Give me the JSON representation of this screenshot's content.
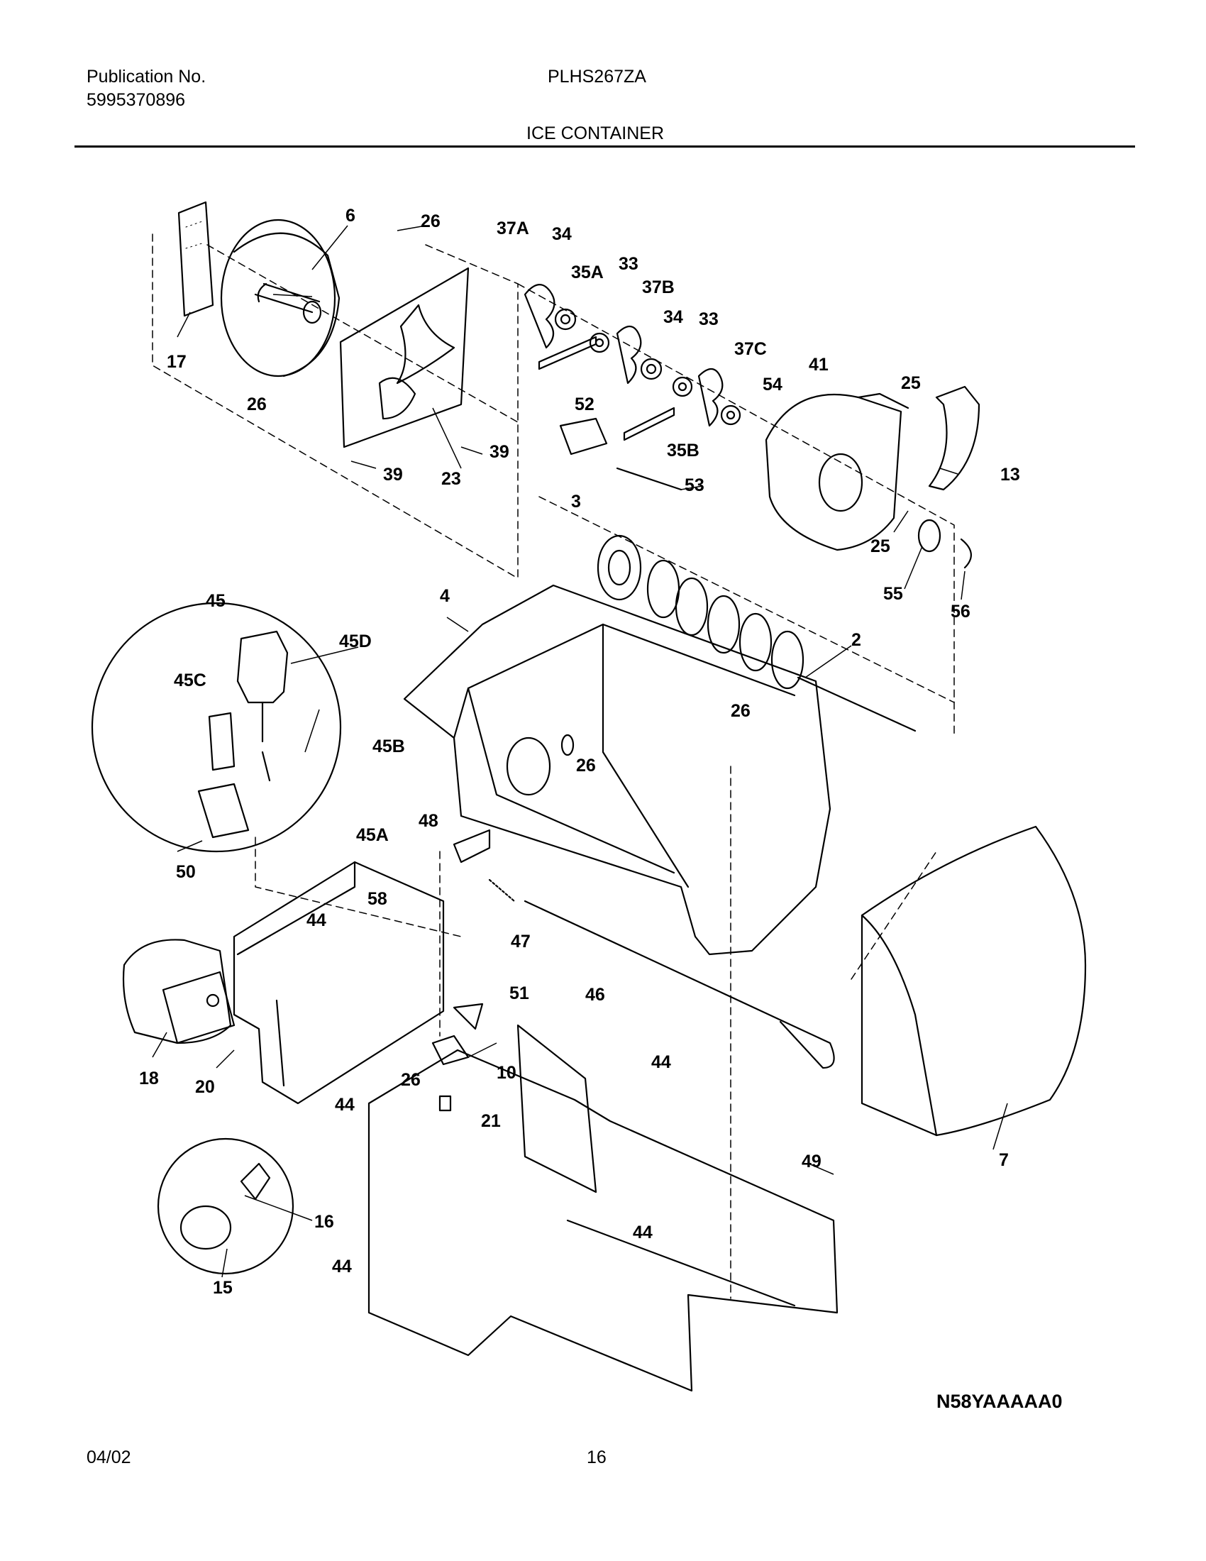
{
  "header": {
    "publication_label": "Publication No.",
    "publication_number": "5995370896",
    "model": "PLHS267ZA",
    "section_title": "ICE CONTAINER"
  },
  "diagram": {
    "callouts": [
      "6",
      "26",
      "37A",
      "34",
      "35A",
      "33",
      "37B",
      "34",
      "33",
      "37C",
      "54",
      "41",
      "25",
      "17",
      "26",
      "39",
      "39",
      "23",
      "52",
      "35B",
      "53",
      "13",
      "3",
      "25",
      "55",
      "56",
      "45",
      "4",
      "45D",
      "2",
      "45C",
      "26",
      "45B",
      "26",
      "45A",
      "48",
      "50",
      "58",
      "44",
      "47",
      "18",
      "20",
      "51",
      "46",
      "10",
      "44",
      "26",
      "44",
      "21",
      "49",
      "7",
      "16",
      "15",
      "44",
      "44"
    ],
    "drawing_code": "N58YAAAAA0"
  },
  "footer": {
    "date": "04/02",
    "page_number": "16"
  }
}
